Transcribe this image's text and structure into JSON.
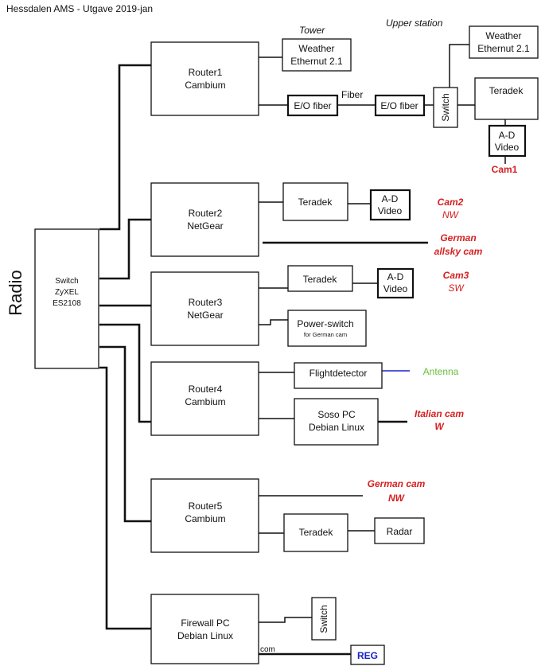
{
  "title": "Hessdalen AMS - Utgave 2019-jan",
  "radio_label": "Radio",
  "switch_main": {
    "lines": [
      "Switch",
      "ZyXEL",
      "ES2108"
    ]
  },
  "router1": {
    "lines": [
      "Router1",
      "Cambium"
    ]
  },
  "tower_label": "Tower",
  "weather_tower": {
    "lines": [
      "Weather",
      "Ethernut 2.1"
    ]
  },
  "eo_fiber_left": "E/O fiber",
  "fiber_label": "Fiber",
  "eo_fiber_right": "E/O fiber",
  "upper_station_label": "Upper station",
  "upper_switch": "Switch",
  "weather_upper": {
    "lines": [
      "Weather",
      "Ethernut 2.1"
    ]
  },
  "teradek_upper": "Teradek",
  "ad_video_cam1": {
    "lines": [
      "A-D",
      "Video"
    ]
  },
  "cam1": "Cam1",
  "router2": {
    "lines": [
      "Router2",
      "NetGear"
    ]
  },
  "teradek_r2": "Teradek",
  "ad_video_cam2": {
    "lines": [
      "A-D",
      "Video"
    ]
  },
  "cam2": {
    "name": "Cam2",
    "dir": "NW"
  },
  "german_allsky": {
    "lines": [
      "German",
      "allsky cam"
    ]
  },
  "router3": {
    "lines": [
      "Router3",
      "NetGear"
    ]
  },
  "teradek_r3": "Teradek",
  "ad_video_cam3": {
    "lines": [
      "A-D",
      "Video"
    ]
  },
  "cam3": {
    "name": "Cam3",
    "dir": "SW"
  },
  "power_switch": {
    "main": "Power-switch",
    "sub": "for German cam"
  },
  "router4": {
    "lines": [
      "Router4",
      "Cambium"
    ]
  },
  "flightdetector": "Flightdetector",
  "antenna": "Antenna",
  "soso_pc": {
    "lines": [
      "Soso PC",
      "Debian Linux"
    ]
  },
  "italian_cam": {
    "lines": [
      "Italian cam",
      "W"
    ]
  },
  "router5": {
    "lines": [
      "Router5",
      "Cambium"
    ]
  },
  "german_cam_nw": {
    "lines": [
      "German cam",
      "NW"
    ]
  },
  "teradek_r5": "Teradek",
  "radar": "Radar",
  "firewall_pc": {
    "lines": [
      "Firewall PC",
      "Debian Linux"
    ]
  },
  "switch_fw": "Switch",
  "com_label": "com",
  "reg": "REG",
  "colors": {
    "camera_label": "#d62020",
    "antenna_label": "#6abf3a",
    "antenna_line": "#1a22c8",
    "reg_label": "#1a22c8"
  }
}
